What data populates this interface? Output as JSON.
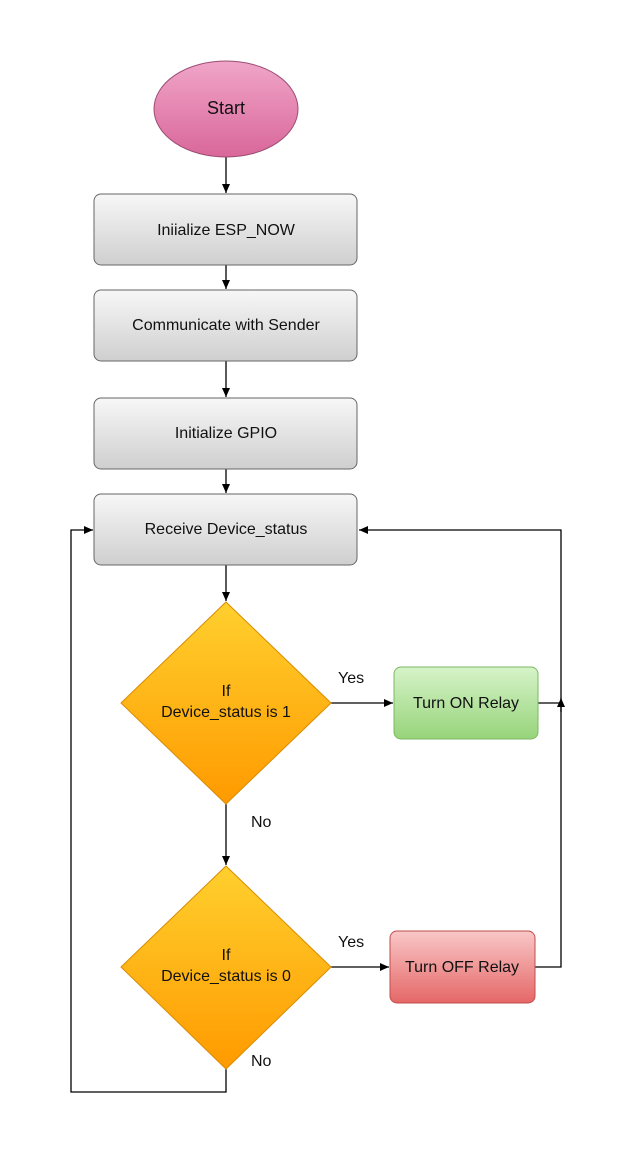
{
  "diagram": {
    "start": "Start",
    "step1": "Iniialize ESP_NOW",
    "step2": "Communicate with Sender",
    "step3": "Initialize GPIO",
    "step4": "Receive Device_status",
    "decision1": {
      "line1": "If",
      "line2": "Device_status is 1"
    },
    "decision2": {
      "line1": "If",
      "line2": "Device_status is 0"
    },
    "action_on": "Turn ON Relay",
    "action_off": "Turn OFF Relay",
    "yes1": "Yes",
    "no1": "No",
    "yes2": "Yes",
    "no2": "No"
  },
  "colors": {
    "start_fill_top": "#f0a5c8",
    "start_fill_bottom": "#d9679a",
    "process_fill_top": "#f7f7f7",
    "process_fill_bottom": "#cfcfcf",
    "decision_fill_top": "#ffd02e",
    "decision_fill_bottom": "#ff9a00",
    "on_fill_top": "#d6f3c9",
    "on_fill_bottom": "#97d47a",
    "off_fill_top": "#f9c7c7",
    "off_fill_bottom": "#e56767"
  }
}
